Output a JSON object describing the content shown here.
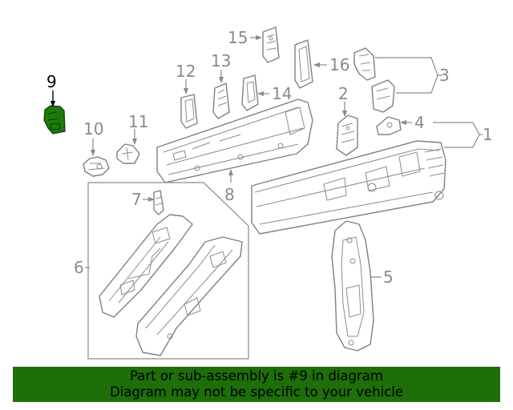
{
  "diagram": {
    "highlighted_part": "9",
    "highlight_color": "#1e7a0c",
    "callouts": [
      "1",
      "2",
      "3",
      "4",
      "5",
      "6",
      "7",
      "8",
      "9",
      "10",
      "11",
      "12",
      "13",
      "14",
      "15",
      "16"
    ]
  },
  "banner": {
    "line1": "Part or sub-assembly is #9 in diagram",
    "line2": "Diagram may not be specific to your vehicle",
    "background": "#1e6e0a"
  }
}
